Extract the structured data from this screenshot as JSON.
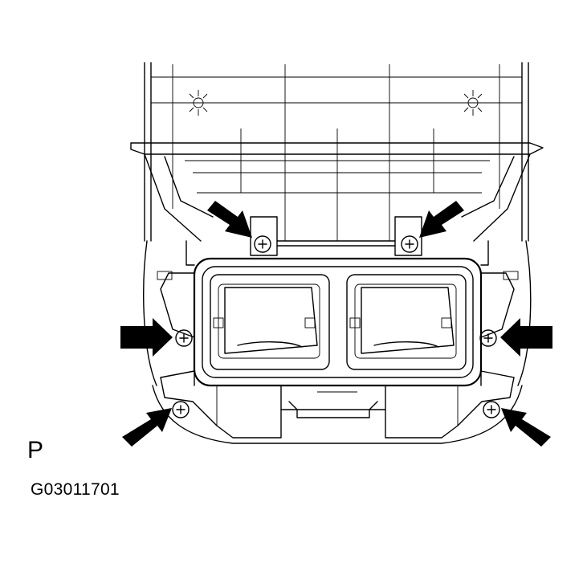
{
  "figure": {
    "view_label": "P",
    "figure_code": "G03011701"
  },
  "callouts": {
    "arrow_count": 6,
    "bolt_count": 6,
    "arrow_color": "#000000"
  }
}
